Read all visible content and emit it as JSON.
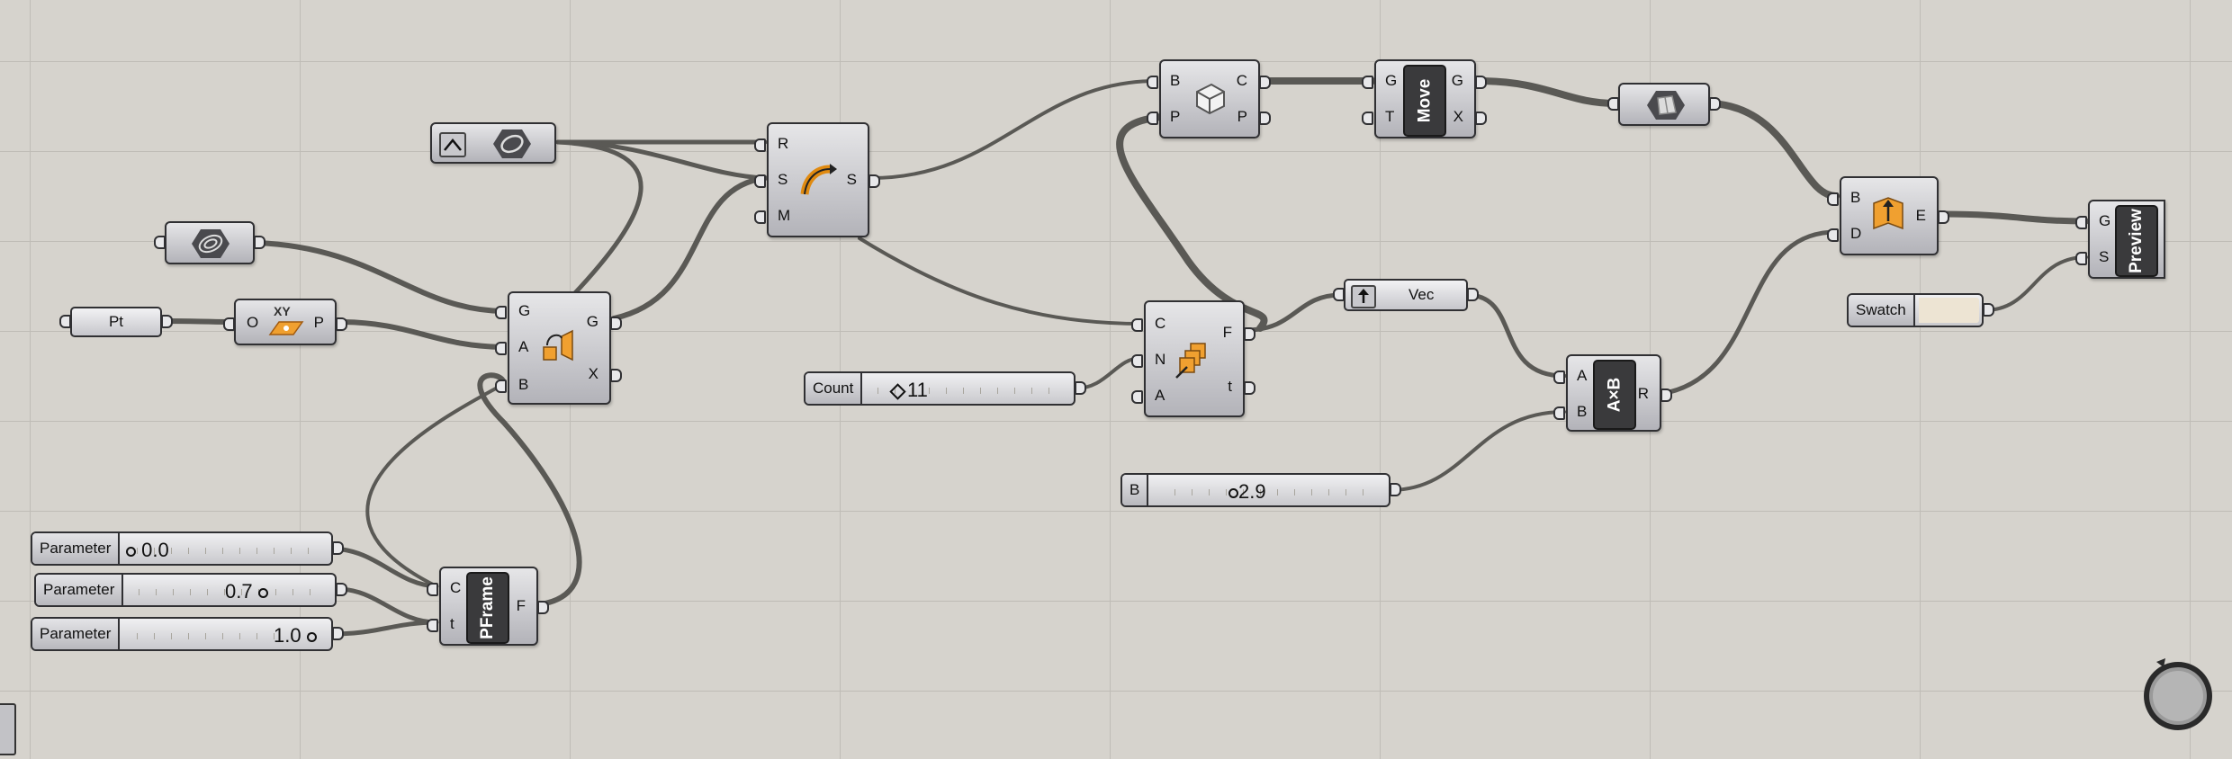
{
  "canvas": {
    "background": "#d6d3cd",
    "grid_color": "#bfbcb6",
    "wire_color": "#5a5955"
  },
  "nodes": {
    "pt": {
      "label": "Pt"
    },
    "xy_plane": {
      "in_port": "O",
      "out_port": "P",
      "caption": "XY"
    },
    "rotate": {
      "in_ports": [
        "G",
        "A",
        "B"
      ],
      "out_ports": [
        "G",
        "X"
      ]
    },
    "sweep": {
      "in_ports": [
        "R",
        "S",
        "M"
      ],
      "out_ports": [
        "S"
      ]
    },
    "brep_edges": {
      "in_ports": [
        "B",
        "P"
      ],
      "out_ports": [
        "C",
        "P"
      ]
    },
    "move": {
      "title": "Move",
      "in_ports": [
        "G",
        "T"
      ],
      "out_ports": [
        "G",
        "X"
      ]
    },
    "array": {
      "in_ports": [
        "C",
        "N",
        "A"
      ],
      "out_ports": [
        "F",
        "t"
      ]
    },
    "vec": {
      "label": "Vec"
    },
    "multiply": {
      "title": "A×B",
      "in_ports": [
        "A",
        "B"
      ],
      "out_ports": [
        "R"
      ]
    },
    "extrude": {
      "in_ports": [
        "B",
        "D"
      ],
      "out_ports": [
        "E"
      ]
    },
    "preview": {
      "title": "Preview",
      "in_ports": [
        "G",
        "S"
      ]
    },
    "pframe": {
      "title": "PFrame",
      "in_ports": [
        "C",
        "t"
      ],
      "out_ports": [
        "F"
      ]
    },
    "swatch": {
      "label": "Swatch",
      "color": "#ede4d3"
    }
  },
  "sliders": {
    "count": {
      "name": "Count",
      "value": "11"
    },
    "b": {
      "name": "B",
      "value": "2.9"
    },
    "param1": {
      "name": "Parameter",
      "value": "0.0"
    },
    "param2": {
      "name": "Parameter",
      "value": "0.7"
    },
    "param3": {
      "name": "Parameter",
      "value": "1.0"
    }
  },
  "icons": [
    "arc-icon",
    "hexagon-curve-icon",
    "spiral-curve-icon",
    "xy-plane-icon",
    "rotate-icon",
    "sweep-icon",
    "brep-edges-icon",
    "array-icon",
    "unit-vector-icon",
    "extrude-icon",
    "polygon-surface-icon",
    "navigation-compass-icon"
  ]
}
